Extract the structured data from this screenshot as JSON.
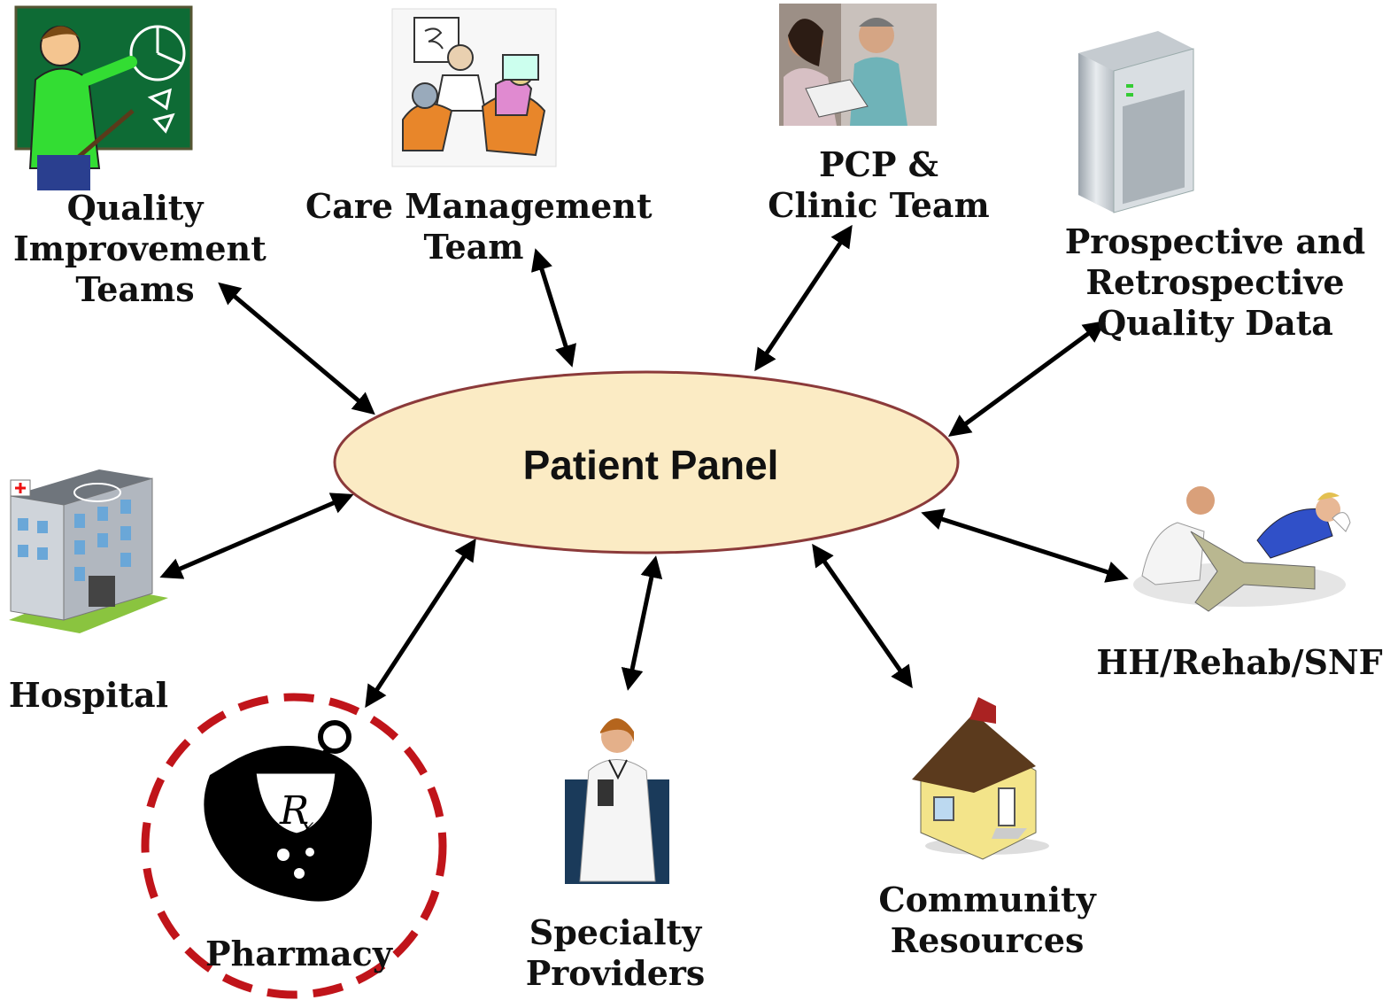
{
  "center": {
    "label": "Patient Panel"
  },
  "nodes": [
    {
      "id": "quality-improvement-teams",
      "icon": "teacher-presentation-icon",
      "lines": [
        "Quality",
        "Improvement",
        "Teams"
      ]
    },
    {
      "id": "care-management-team",
      "icon": "team-meeting-icon",
      "lines": [
        "Care Management",
        "Team"
      ]
    },
    {
      "id": "pcp-clinic-team",
      "icon": "doctor-consultation-icon",
      "lines": [
        "PCP &",
        "Clinic Team"
      ]
    },
    {
      "id": "quality-data",
      "icon": "server-icon",
      "lines": [
        "Prospective and",
        "Retrospective",
        "Quality Data"
      ]
    },
    {
      "id": "hospital",
      "icon": "hospital-building-icon",
      "lines": [
        "Hospital"
      ]
    },
    {
      "id": "hh-rehab-snf",
      "icon": "physical-therapy-icon",
      "lines": [
        "HH/Rehab/SNF"
      ]
    },
    {
      "id": "pharmacy",
      "icon": "mortar-pestle-rx-icon",
      "lines": [
        "Pharmacy"
      ],
      "highlighted": true
    },
    {
      "id": "specialty-providers",
      "icon": "female-doctor-icon",
      "lines": [
        "Specialty",
        "Providers"
      ]
    },
    {
      "id": "community-resources",
      "icon": "house-icon",
      "lines": [
        "Community",
        "Resources"
      ]
    }
  ],
  "colors": {
    "ellipse_fill": "#fbebc4",
    "ellipse_stroke": "#8b3a3a",
    "arrow": "#000000",
    "highlight_dash": "#c0141a"
  }
}
